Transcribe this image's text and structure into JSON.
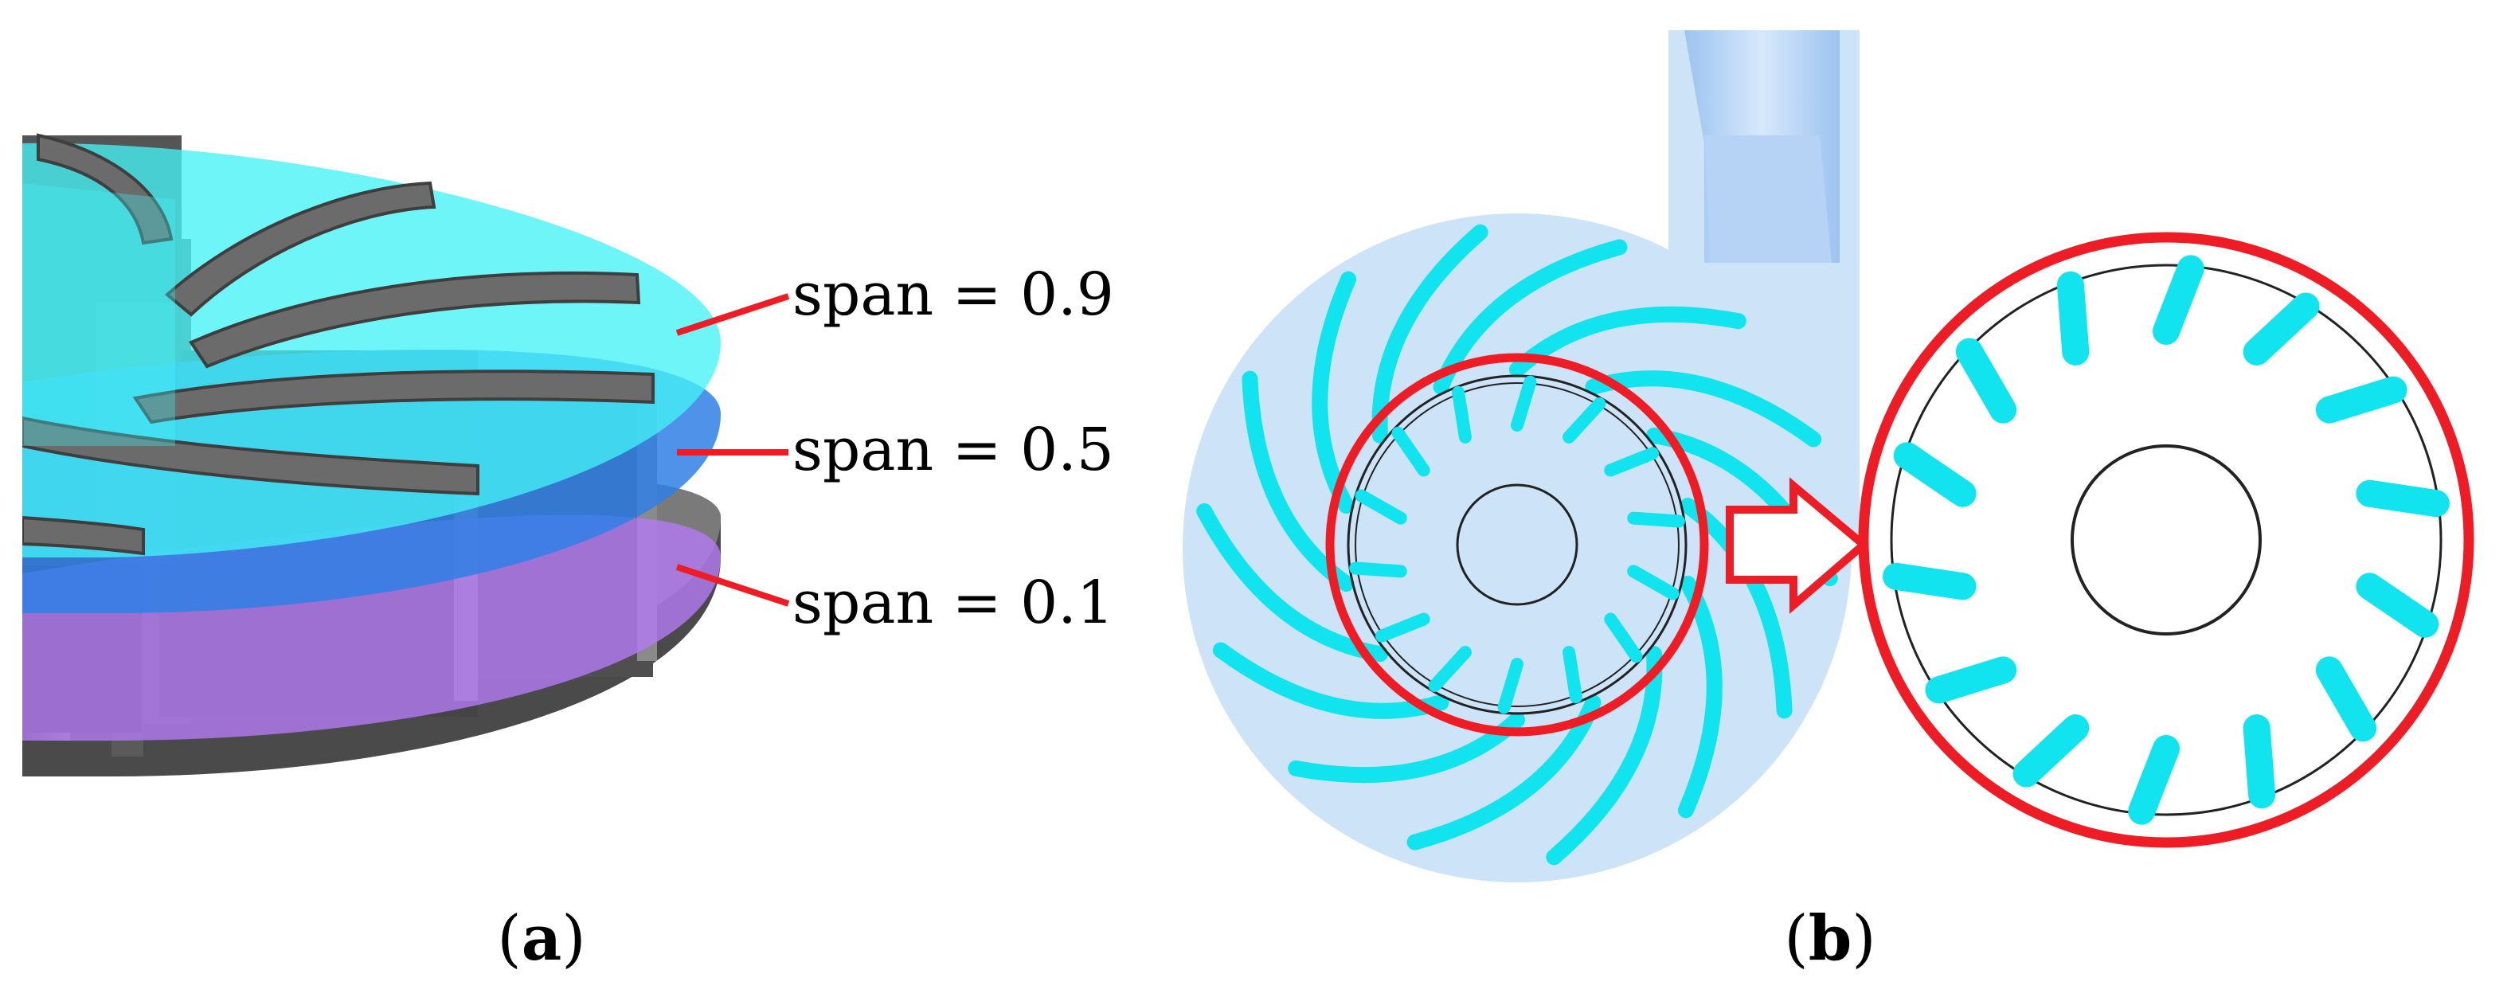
{
  "panel_a": {
    "labels": [
      {
        "text": "span = 0.9",
        "layer_color": "#44f2f6"
      },
      {
        "text": "span = 0.5",
        "layer_color": "#2f7fe6"
      },
      {
        "text": "span = 0.1",
        "layer_color": "#b27af0"
      }
    ],
    "caption": {
      "open": "(",
      "letter": "a",
      "close": ")"
    }
  },
  "panel_b": {
    "caption": {
      "open": "(",
      "letter": "b",
      "close": ")"
    },
    "volute_color": "#cde3f8",
    "blade_color": "#11e4ef",
    "highlight_color": "#ee1c24"
  }
}
